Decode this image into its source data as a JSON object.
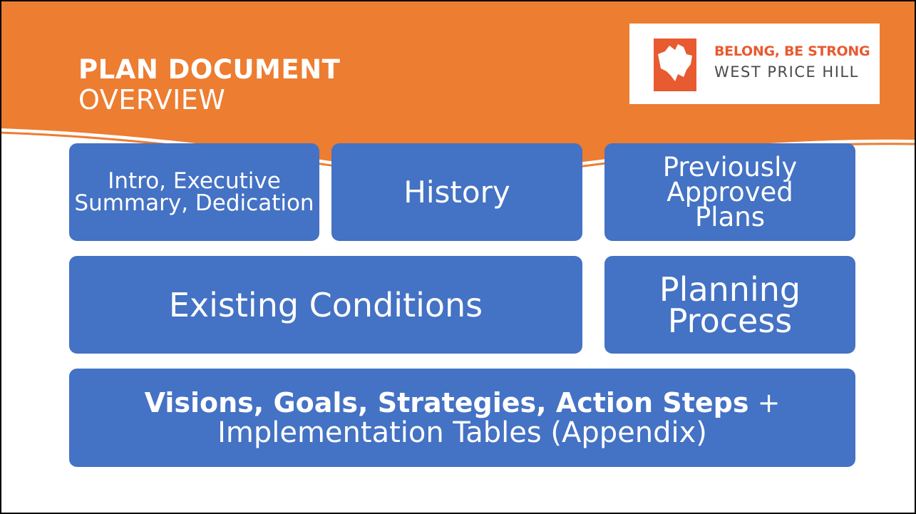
{
  "header": {
    "title_bold": "PLAN DOCUMENT",
    "title_light": "OVERVIEW"
  },
  "logo": {
    "line1": "BELONG, BE STRONG",
    "line2": "WEST PRICE HILL",
    "icon": "neighborhood-map-icon"
  },
  "cards": [
    {
      "label": "Intro, Executive Summary, Dedication"
    },
    {
      "label": "History"
    },
    {
      "label": "Previously Approved Plans"
    },
    {
      "label": "Existing Conditions"
    },
    {
      "label": "Planning Process"
    },
    {
      "label_bold": "Visions, Goals, Strategies, Action Steps",
      "label_plus": "+",
      "label_line2": "Implementation Tables (Appendix)"
    }
  ],
  "colors": {
    "header_orange": "#ed7d31",
    "card_blue": "#4472c4",
    "logo_text_orange": "#e85a30",
    "logo_text_gray": "#4a4a4a",
    "background": "#ffffff"
  }
}
